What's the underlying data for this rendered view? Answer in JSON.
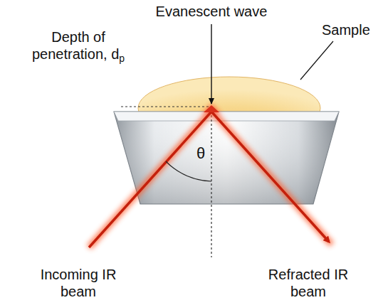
{
  "diagram": {
    "labels": [
      "Evanescent wave",
      "Depth of penetration, d",
      "p",
      "Sample",
      "θ",
      "Incoming IR beam",
      "Refracted IR beam"
    ]
  }
}
